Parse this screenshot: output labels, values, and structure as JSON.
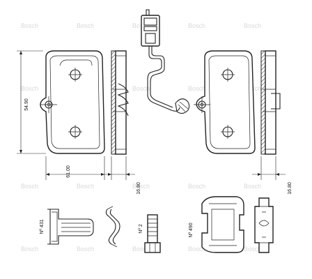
{
  "dimensions": {
    "height": "54.90",
    "width": "61.00",
    "thickness_left": "16.80",
    "thickness_right": "16.80"
  },
  "part_numbers": {
    "spring_clip": "Nº 431",
    "bolt": "Nº 2",
    "clip_set": "Nº 490"
  },
  "watermark": "Bosch"
}
